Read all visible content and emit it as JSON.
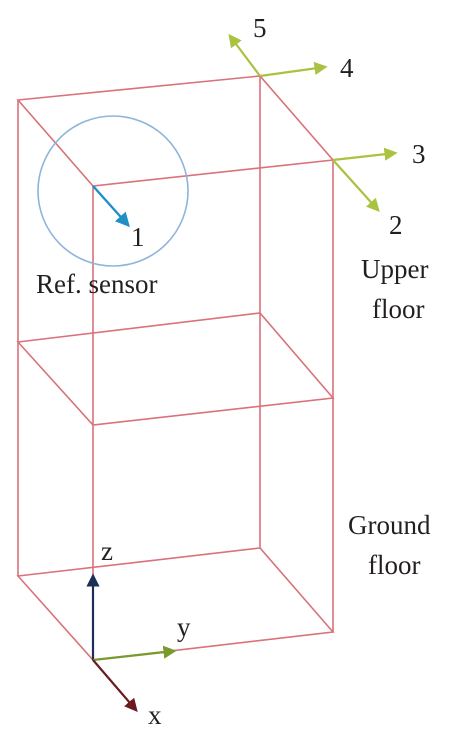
{
  "diagram": {
    "sensor_labels": {
      "s1": "1",
      "s2": "2",
      "s3": "3",
      "s4": "4",
      "s5": "5"
    },
    "reference_label": "Ref. sensor",
    "upper_floor": {
      "line1": "Upper",
      "line2": "floor"
    },
    "ground_floor": {
      "line1": "Ground",
      "line2": "floor"
    },
    "axes": {
      "x": "x",
      "y": "y",
      "z": "z"
    },
    "colors": {
      "frame": "#d9727a",
      "reference_circle": "#8fb4dc",
      "reference_arrow": "#1f8fc6",
      "sensor_arrows": "#a9c23f",
      "axis_x": "#6b1a1f",
      "axis_y": "#7a9a2e",
      "axis_z": "#1b2f57",
      "text": "#231f20"
    }
  }
}
